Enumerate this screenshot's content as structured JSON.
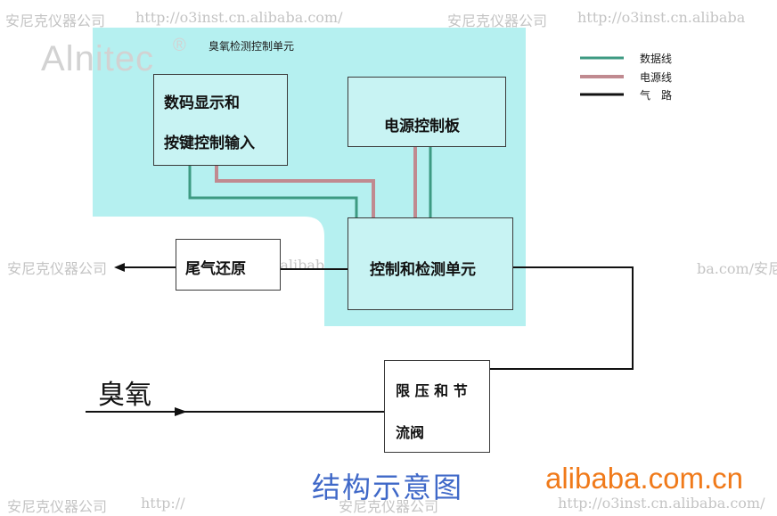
{
  "watermarks": {
    "company": "安尼克仪器公司",
    "url_full": "http://o3inst.cn.alibaba.com/",
    "url_cut": "http://o3inst.cn.alibaba",
    "url_head": "http://",
    "url_mid": "cn.alibaba.com/",
    "url_tail": "ba.com/安尼"
  },
  "logo": {
    "text": "Alnitec",
    "reg": "®"
  },
  "region_label": "臭氧检测控制单元",
  "blocks": {
    "display_line1": "数码显示和",
    "display_line2": "按键控制输入",
    "power_board": "电源控制板",
    "control_detect": "控制和检测单元",
    "tail_gas": "尾气还原",
    "pressure_line1": "限 压 和 节",
    "pressure_line2": "流阀"
  },
  "legend": [
    {
      "label": "数据线",
      "color": "#3d9a82"
    },
    {
      "label": "电源线",
      "color": "#c08a90"
    },
    {
      "label": "气　路",
      "color": "#111111"
    }
  ],
  "ozone_label": "臭氧",
  "diagram_title": "结构示意图",
  "site_mark": "alibaba.com.cn",
  "colors": {
    "region_fill": "#b5f0f0",
    "box_fill": "#c8f3f3",
    "data_line": "#3d9a82",
    "power_line": "#c08a90",
    "gas_line": "#111111",
    "title_blue": "#3f68c8",
    "site_orange": "#f07a1a"
  }
}
